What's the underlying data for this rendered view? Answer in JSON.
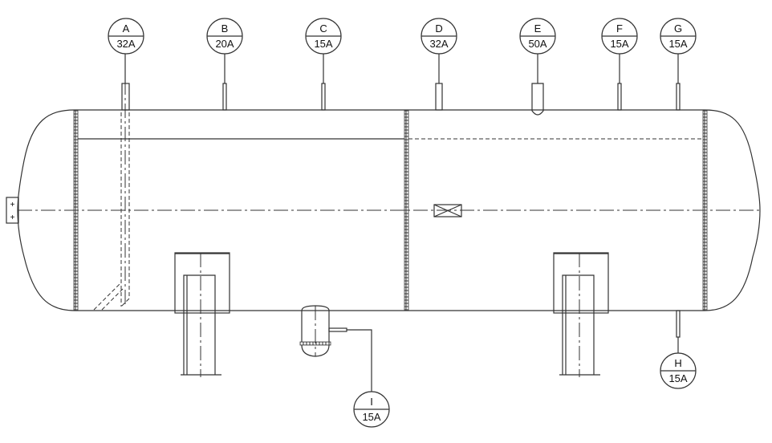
{
  "drawing": {
    "nozzles": [
      {
        "mark": "A",
        "size": "32A"
      },
      {
        "mark": "B",
        "size": "20A"
      },
      {
        "mark": "C",
        "size": "15A"
      },
      {
        "mark": "D",
        "size": "32A"
      },
      {
        "mark": "E",
        "size": "50A"
      },
      {
        "mark": "F",
        "size": "15A"
      },
      {
        "mark": "G",
        "size": "15A"
      },
      {
        "mark": "H",
        "size": "15A"
      },
      {
        "mark": "I",
        "size": "15A"
      }
    ],
    "line_color": "#333333"
  }
}
